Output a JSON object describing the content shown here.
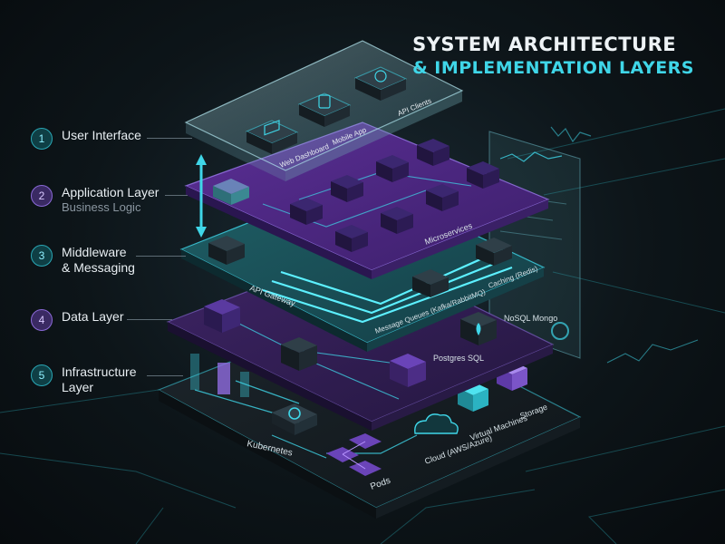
{
  "title": {
    "line1": "SYSTEM ARCHITECTURE",
    "line2": "& IMPLEMENTATION LAYERS"
  },
  "legend": [
    {
      "num": "1",
      "label_line1": "User Interface",
      "label_line2": "",
      "sub": ""
    },
    {
      "num": "2",
      "label_line1": "Application Layer",
      "label_line2": "",
      "sub": "Business Logic"
    },
    {
      "num": "3",
      "label_line1": "Middleware",
      "label_line2": "& Messaging",
      "sub": ""
    },
    {
      "num": "4",
      "label_line1": "Data Layer",
      "label_line2": "",
      "sub": ""
    },
    {
      "num": "5",
      "label_line1": "Infrastructure",
      "label_line2": "Layer",
      "sub": ""
    }
  ],
  "layers": {
    "ui": {
      "web_dashboard": "Web Dashboard",
      "mobile_app": "Mobile App",
      "api_clients": "API Clients"
    },
    "app": {
      "microservices": "Microservices"
    },
    "middleware": {
      "api_gateway": "API Gateway",
      "message_queues": "Message Queues (Kafka/RabbitMQ)",
      "caching": "Caching (Redis)"
    },
    "data": {
      "postgres": "Postgres SQL",
      "nosql": "NoSQL Mongo"
    },
    "infra": {
      "kubernetes": "Kubernetes",
      "pods": "Pods",
      "cloud": "Cloud (AWS/Azure)",
      "virtual_machines": "Virtual Machines",
      "storage": "Storage"
    }
  },
  "colors": {
    "teal": "#3fd6e8",
    "purple": "#6b3fa8",
    "dark_purple": "#3a2160",
    "glass": "#9fd7e0",
    "bg": "#0d1519"
  }
}
